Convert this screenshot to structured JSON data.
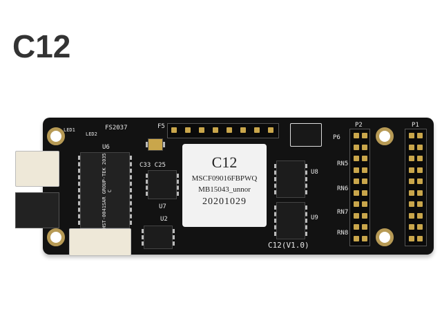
{
  "title": "C12",
  "chip_label": {
    "model": "C12",
    "line1": "MSCF09016FBPWQ",
    "line2": "MB15043_unnor",
    "date": "20201029"
  },
  "silkscreen": {
    "version": "C12(V1.0)",
    "p1": "P1",
    "p2": "P2",
    "u6": "U6",
    "u7": "U7",
    "u2": "U2",
    "fs": "FS2037",
    "led1": "LED1",
    "led2": "LED2",
    "c33c25": "C33 C25",
    "f5": "F5",
    "p6": "P6",
    "u8": "U8",
    "u9": "U9",
    "rn5": "RN5",
    "rn6": "RN6",
    "rn7": "RN7",
    "rn8": "RN8",
    "transformer": "HST-0041SAR GROUP-TEK 2035 C"
  }
}
